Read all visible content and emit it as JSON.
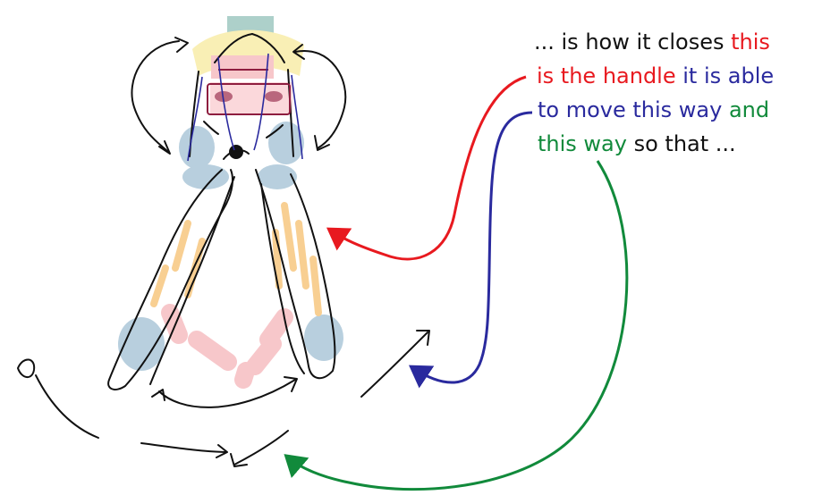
{
  "colors": {
    "background": "#ffffff",
    "ink": "#111111",
    "red": "#e8191f",
    "blue": "#2a2a9e",
    "green": "#118a3b",
    "yellow_highlight": "#f5e27a",
    "blue_highlight": "#7fa9c4",
    "orange_highlight": "#f3a83a",
    "pink_highlight": "#f29aa0",
    "teal_highlight": "#4f9a8c",
    "maroon_detail": "#8e1d3f"
  },
  "caption": {
    "line1": [
      {
        "text": "... is how it closes ",
        "color": "#111111"
      },
      {
        "text": "this",
        "color": "#e8191f"
      }
    ],
    "line2": [
      {
        "text": "is the handle",
        "color": "#e8191f"
      },
      {
        "text": " it is able",
        "color": "#2a2a9e"
      }
    ],
    "line3": [
      {
        "text": "to move this way",
        "color": "#2a2a9e"
      },
      {
        "text": " and",
        "color": "#118a3b"
      }
    ],
    "line4": [
      {
        "text": "this way",
        "color": "#118a3b"
      },
      {
        "text": " so that ...",
        "color": "#111111"
      }
    ]
  }
}
